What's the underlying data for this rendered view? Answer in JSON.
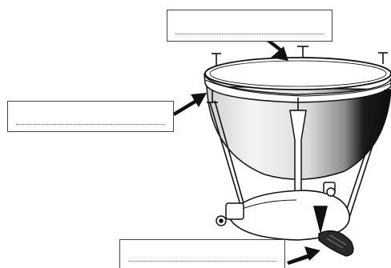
{
  "diagram": {
    "subject": "timpani-drum",
    "labels": [
      {
        "id": "label-top",
        "value": "",
        "placeholder": ""
      },
      {
        "id": "label-left",
        "value": "",
        "placeholder": ""
      },
      {
        "id": "label-bottom",
        "value": "",
        "placeholder": ""
      }
    ],
    "colors": {
      "outline": "#111111",
      "bowl_light": "#e8e8e8",
      "bowl_dark": "#1a1a1a",
      "arrow": "#111111"
    }
  }
}
